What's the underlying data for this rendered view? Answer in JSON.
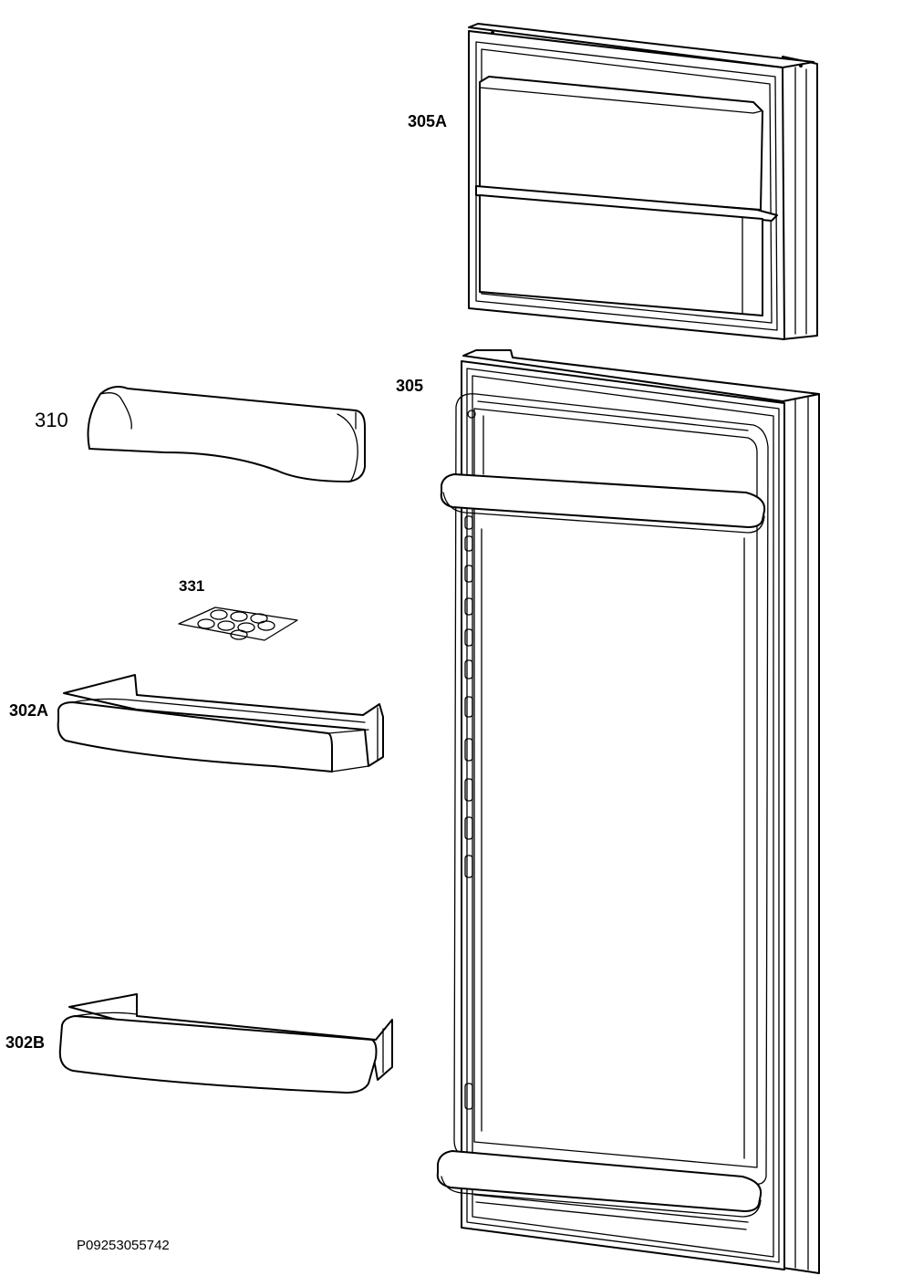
{
  "labels": {
    "freezer_door": "305A",
    "fridge_door": "305",
    "dairy_cover": "310",
    "egg_tray": "331",
    "door_shelf_a": "302A",
    "door_shelf_b": "302B"
  },
  "document_id": "P09253055742"
}
